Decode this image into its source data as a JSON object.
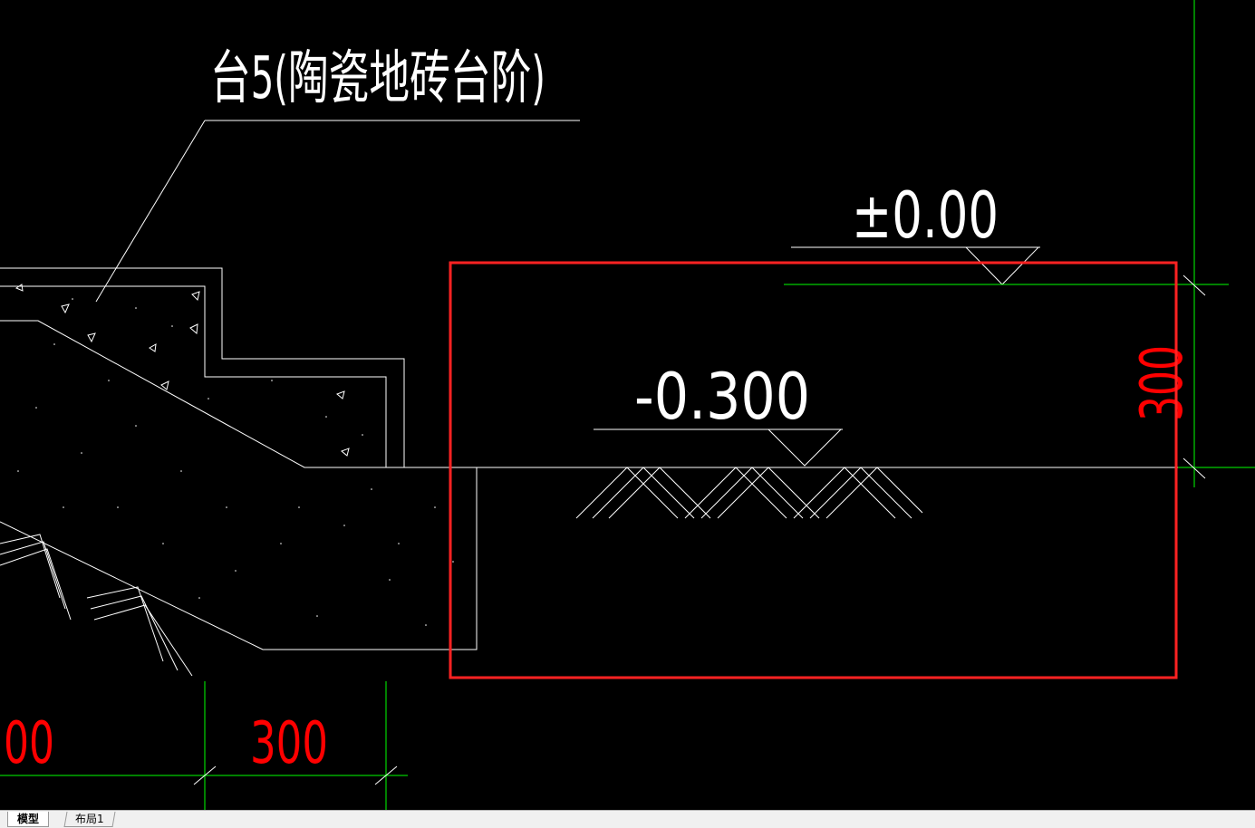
{
  "drawing": {
    "title_label": "台5(陶瓷地砖台阶)",
    "elevation_top": "±0.00",
    "elevation_bottom": "-0.300",
    "dim_vertical": "300",
    "dim_horizontal": "300",
    "dim_partial": "00",
    "colors": {
      "background": "#000000",
      "linework": "#ffffff",
      "dimension_text": "#ff0000",
      "dimension_lines": "#00ff00",
      "highlight_box": "#ff2222"
    }
  },
  "tabs": [
    {
      "label": "模型",
      "active": true
    },
    {
      "label": "布局1",
      "active": false
    }
  ]
}
